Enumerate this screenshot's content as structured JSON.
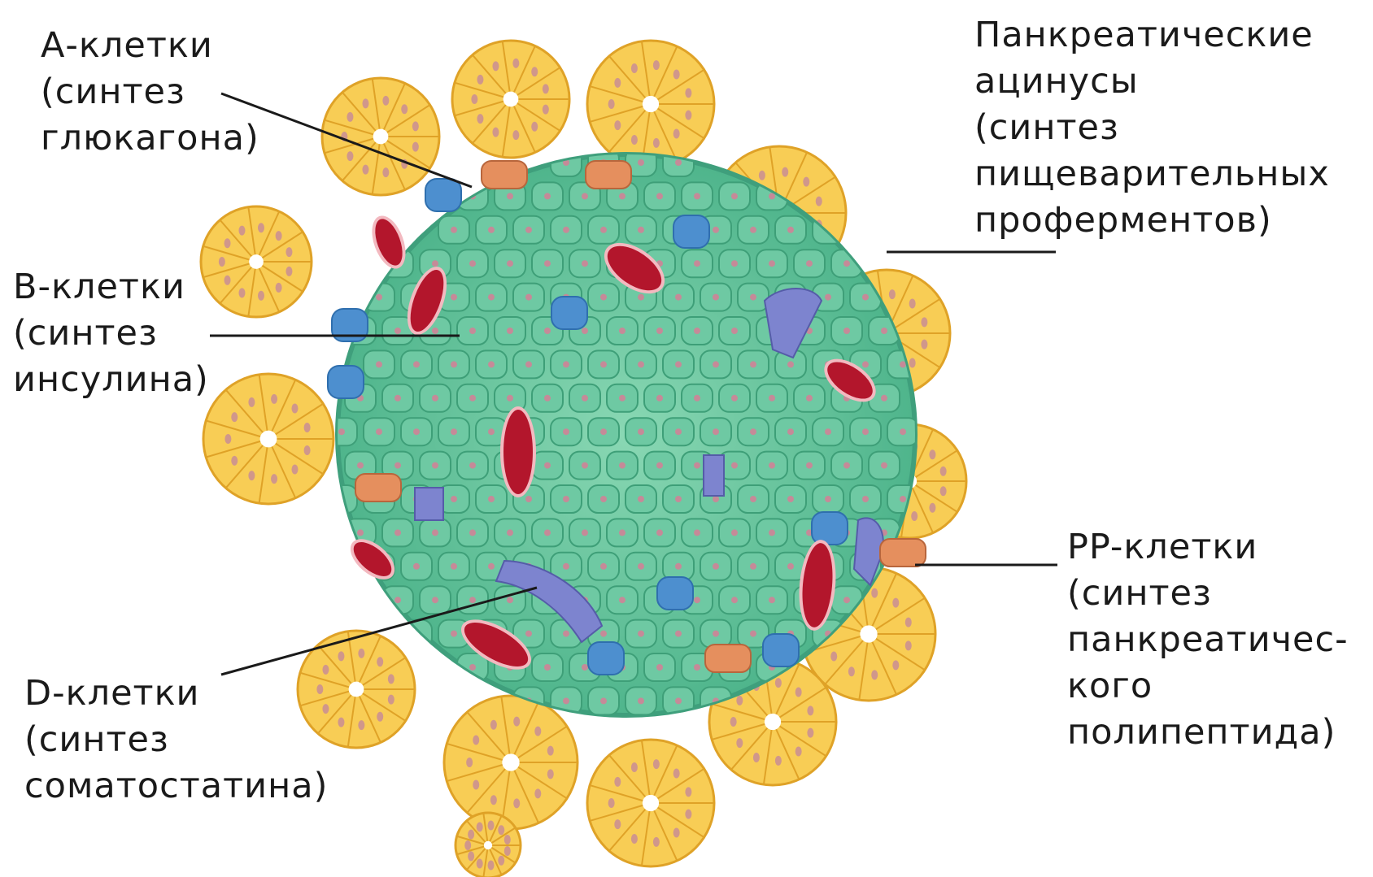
{
  "colors": {
    "acinus_fill": "#f8cd55",
    "acinus_stroke": "#dfa227",
    "b_cell": "#6ec9a3",
    "a_cell": "#4d8fcf",
    "d_cell": "#7d84cf",
    "pp_cell": "#e58f5e",
    "capillary": "#b3162c",
    "nucleus": "#c58a98",
    "leader_line": "#1a1a1a"
  },
  "labels": {
    "a_cells": [
      "А-клетки",
      "(синтез",
      "глюкагона)"
    ],
    "b_cells": [
      "В-клетки",
      "(синтез",
      "инсулина)"
    ],
    "d_cells": [
      "D-клетки",
      "(синтез",
      "соматостатина)"
    ],
    "acini": [
      "Панкреатические",
      "ацинусы",
      "(синтез",
      "пищеварительных",
      "проферментов)"
    ],
    "pp_cells": [
      "PP-клетки",
      "(синтез",
      "панкреатичес-",
      "кого",
      "полипептида)"
    ]
  }
}
